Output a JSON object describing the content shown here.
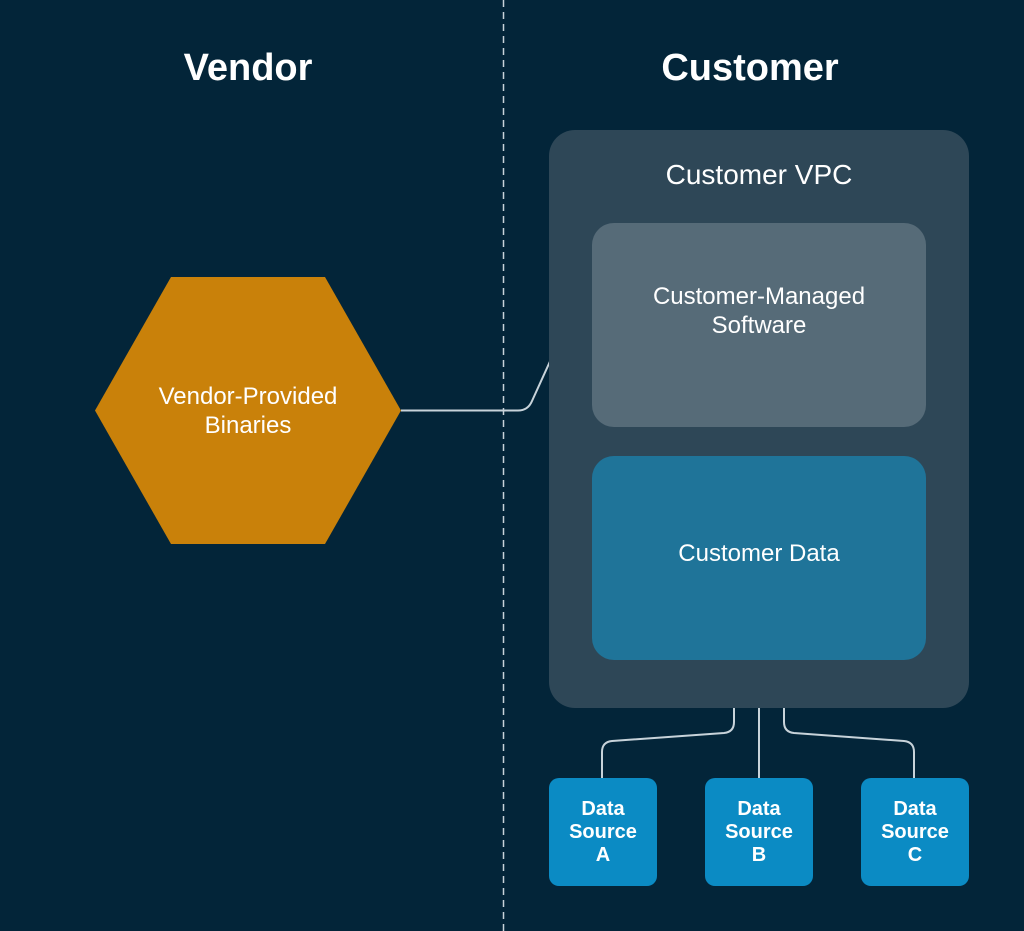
{
  "headings": {
    "vendor": "Vendor",
    "customer": "Customer"
  },
  "nodes": {
    "vendor_binaries": "Vendor-Provided\nBinaries",
    "customer_vpc": "Customer VPC",
    "customer_software": "Customer-Managed\nSoftware",
    "customer_data": "Customer Data",
    "data_sources": [
      {
        "label": "Data\nSource\nA"
      },
      {
        "label": "Data\nSource\nB"
      },
      {
        "label": "Data\nSource\nC"
      }
    ]
  },
  "colors": {
    "background": "#032539",
    "vendor_hexagon": "#C9810A",
    "vpc": "#2E4757",
    "software": "#566B78",
    "data": "#1F7499",
    "data_source": "#0B8BC4",
    "connector": "#C8D3DA",
    "divider": "#C8D3DA"
  }
}
